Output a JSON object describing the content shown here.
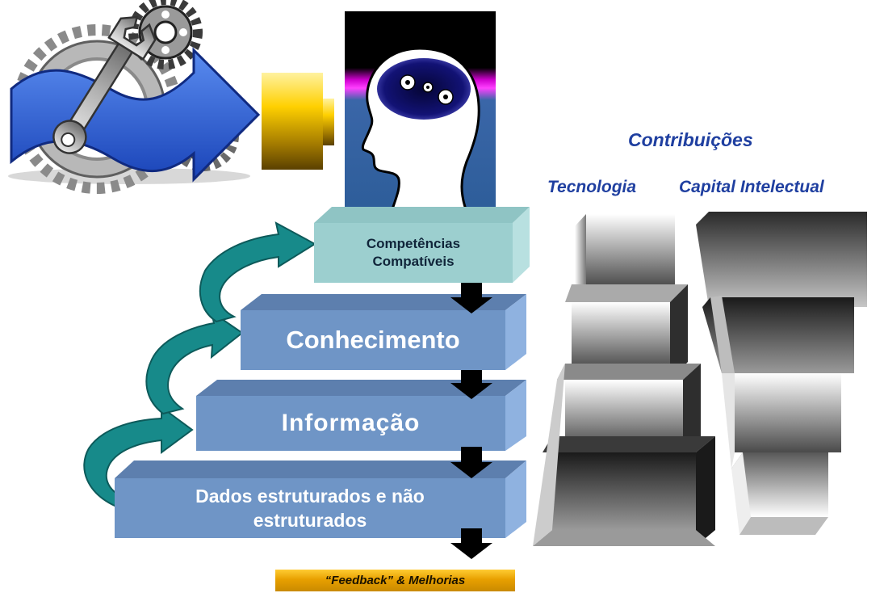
{
  "title": "Contribuições",
  "columns": {
    "left": "Tecnologia",
    "right": "Capital Intelectual"
  },
  "levels": {
    "top": [
      "Competências",
      "Compatíveis"
    ],
    "knowledge": "Conhecimento",
    "information": "Informação",
    "data": [
      "Dados estruturados e não",
      "estruturados"
    ]
  },
  "feedback": {
    "quote": "“Feedback”",
    "rest": " & Melhorias"
  },
  "icons": [
    "gears-wrench-arrow-icon",
    "head-gears-icon"
  ],
  "colors": {
    "title": "#1f3fa0",
    "box_face": "#6f95c6",
    "top_box_face": "#9ccfcf",
    "spiral": "#178a8a",
    "feedback_bar": "#e8a000"
  }
}
